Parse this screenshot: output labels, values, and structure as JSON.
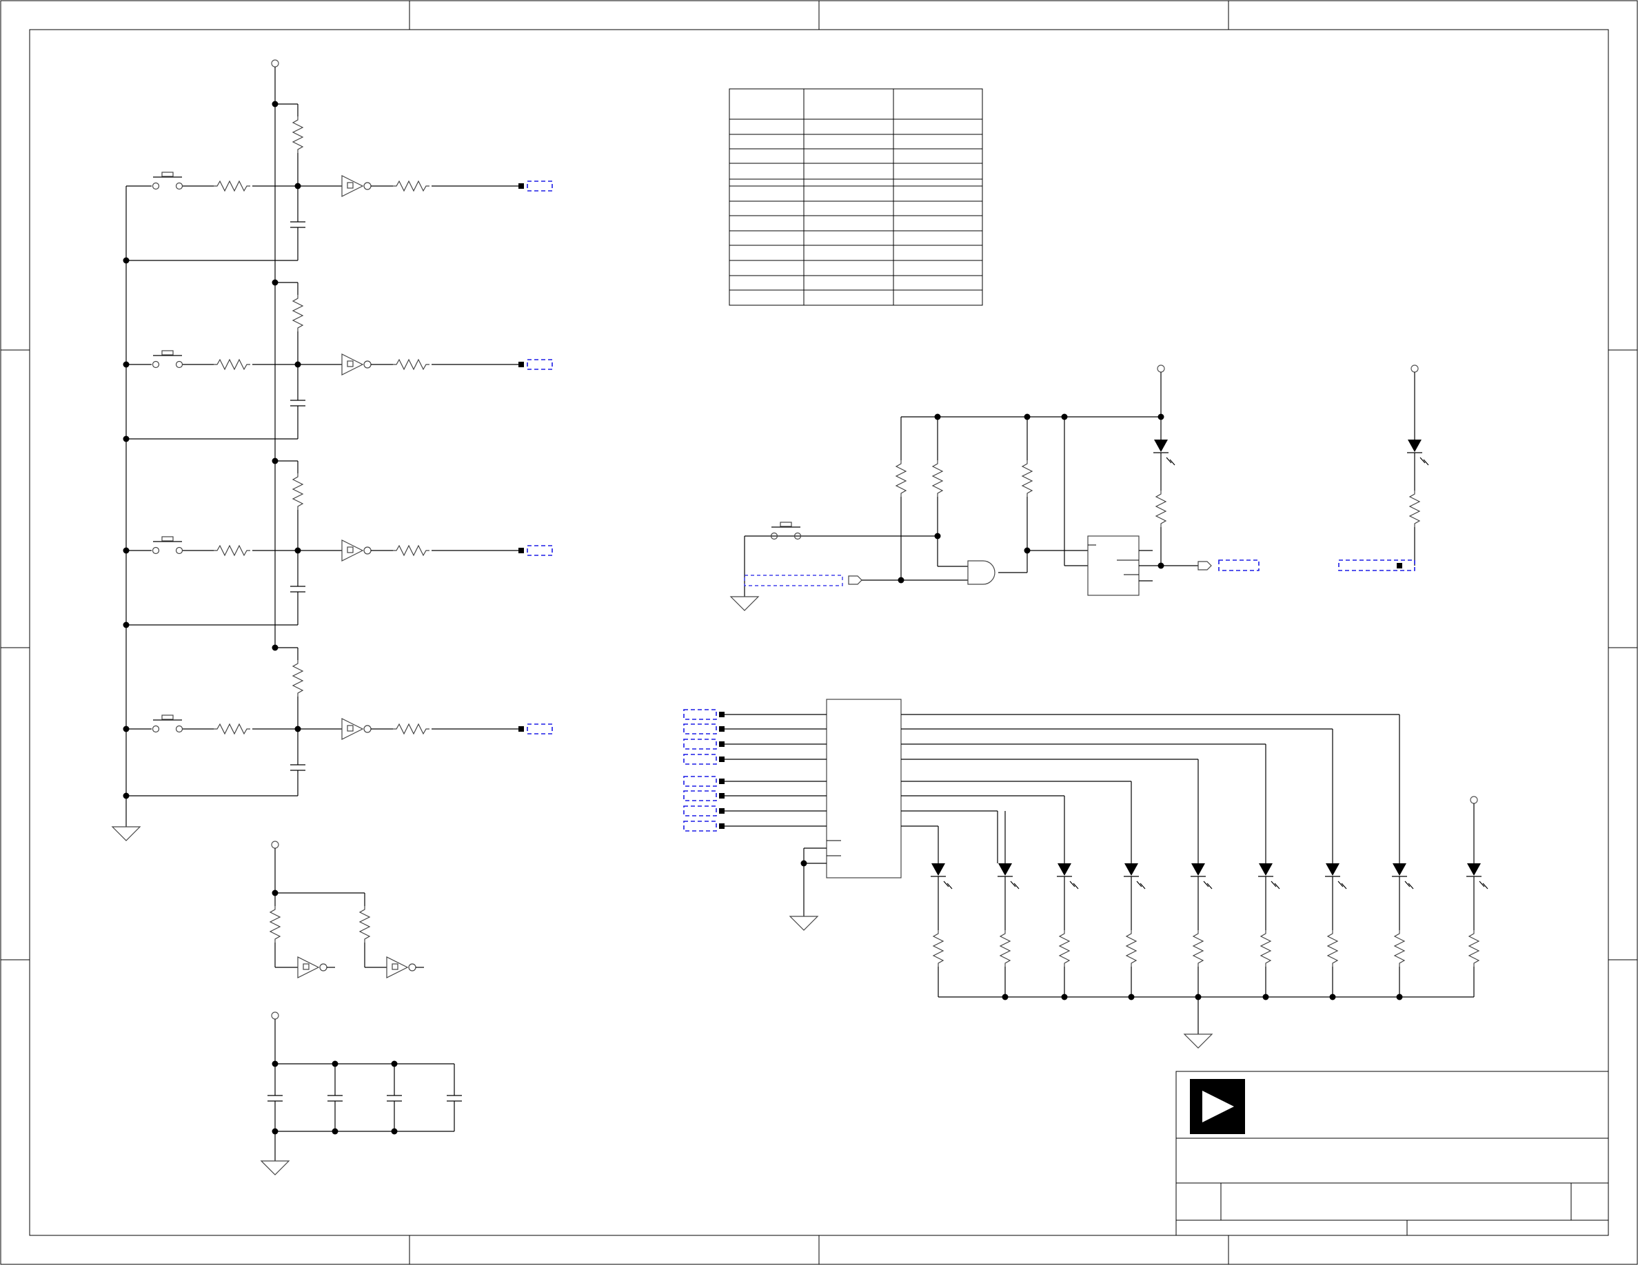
{
  "sheet": {
    "title_block": {
      "logo_icon": "play-triangle-icon"
    }
  },
  "colors": {
    "wire": "#000000",
    "component": "#444444",
    "net_label": "#1a1ae6",
    "background": "#ffffff"
  },
  "truth_table": {
    "columns": 3,
    "header_rows": 1,
    "body_rows": 12
  },
  "net_labels": {
    "button_outputs": 4,
    "decoder_inputs": 8
  }
}
